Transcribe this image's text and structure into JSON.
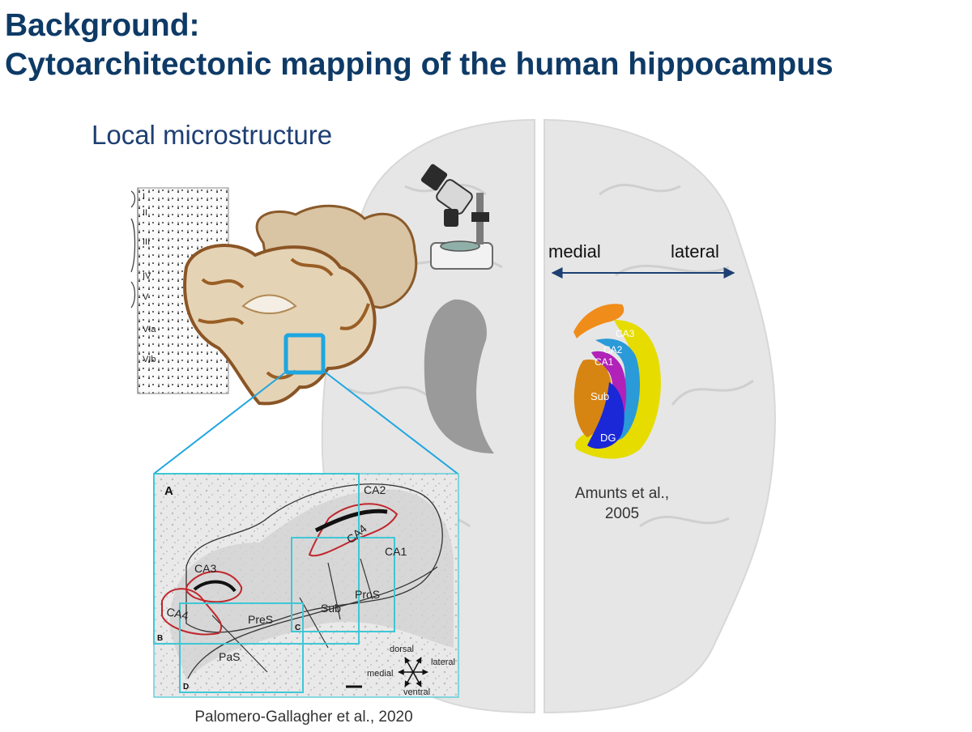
{
  "slide": {
    "title_line1": "Background:",
    "title_line2": "Cytoarchitectonic mapping of the human hippocampus",
    "subtitle": "Local microstructure"
  },
  "axis": {
    "left_label": "medial",
    "right_label": "lateral",
    "arrow_color": "#1d3f73"
  },
  "cortex_layers": [
    "I",
    "II",
    "III",
    "IV",
    "V",
    "VIa",
    "VIb"
  ],
  "hippocampus_3d": {
    "labels": {
      "ca3": "CA3",
      "ca2": "CA2",
      "ca1": "CA1",
      "sub": "Sub",
      "dg": "DG"
    },
    "colors": {
      "ca3": "#e6dc00",
      "ca2": "#2a9ad8",
      "ca1": "#b022b8",
      "sub": "#d68412",
      "dg": "#1a28d8",
      "tail": "#f08c1a"
    },
    "citation_line1": "Amunts et al.,",
    "citation_line2": "2005"
  },
  "section": {
    "panel_labels": {
      "a": "A",
      "b": "B",
      "c": "C",
      "d": "D"
    },
    "regions": {
      "ca2": "CA2",
      "ca4_top": "CA4",
      "ca1": "CA1",
      "ca3": "CA3",
      "ca4_left": "CA4",
      "pres": "PreS",
      "sub": "Sub",
      "pros": "ProS",
      "pas": "PaS"
    },
    "compass": {
      "up": "dorsal",
      "right": "lateral",
      "left": "medial",
      "down": "ventral"
    },
    "citation": "Palomero-Gallagher et al., 2020",
    "highlight_color": "#3fc7d6"
  }
}
